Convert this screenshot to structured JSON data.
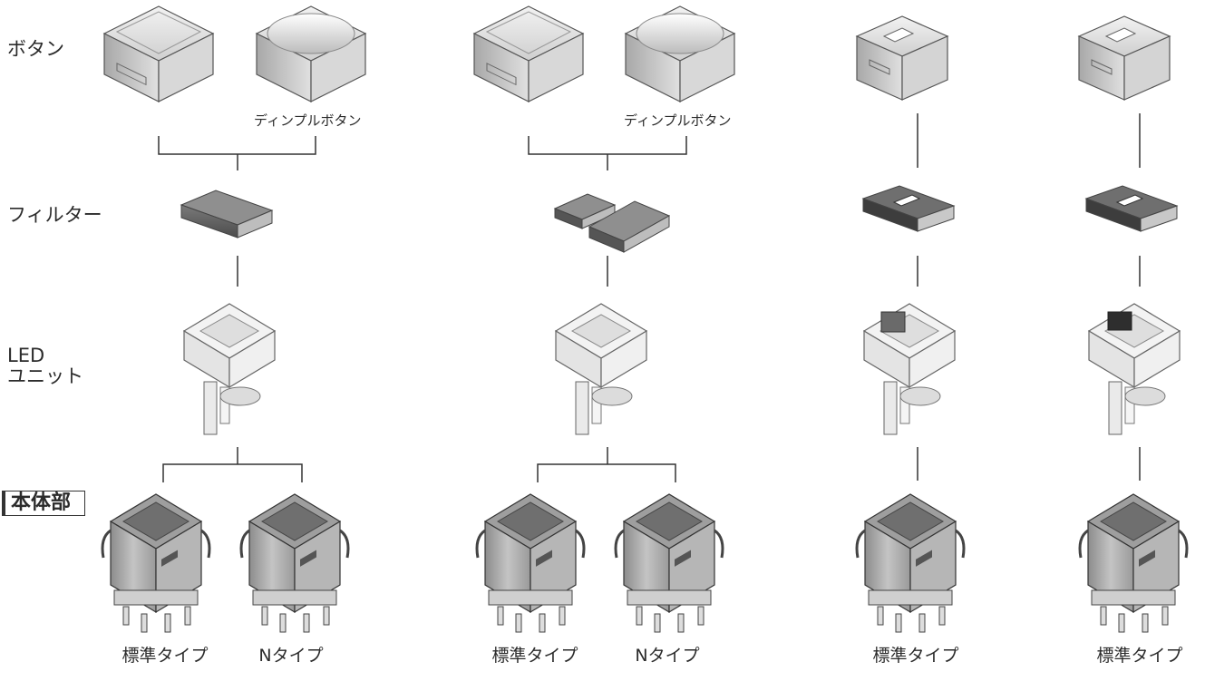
{
  "row_labels": {
    "button": "ボタン",
    "filter": "フィルター",
    "led_line1": "LED",
    "led_line2": "ユニット",
    "body": "本体部"
  },
  "dimple_caption": "ディンプルボタン",
  "captions": {
    "standard": "標準タイプ",
    "n_type": "Nタイプ"
  },
  "colors": {
    "line": "#333333",
    "part_light": "#e6e6e6",
    "part_mid": "#bdbdbd",
    "part_dark": "#6e6e6e",
    "filter_dark": "#555555"
  }
}
